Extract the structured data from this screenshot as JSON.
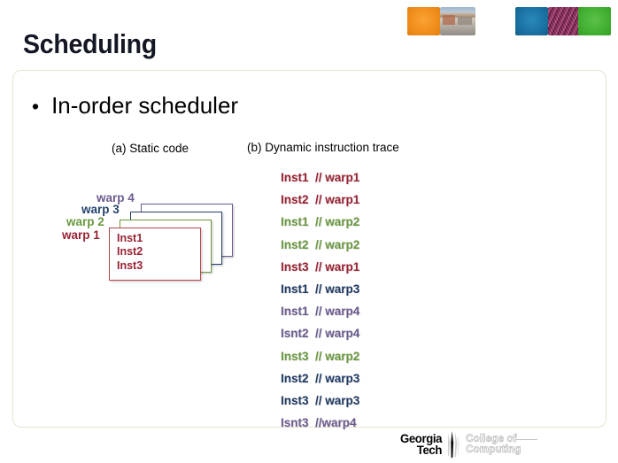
{
  "slide": {
    "title": "Scheduling",
    "bullet": {
      "marker": "bullet-dot",
      "text": "In-order scheduler"
    },
    "captions": {
      "static_code": "(a) Static code",
      "dynamic_trace": "(b) Dynamic instruction trace"
    }
  },
  "decoration": {
    "tiles": [
      {
        "name": "orange-swatch",
        "color": "#f08d1b"
      },
      {
        "name": "campus-photo",
        "color": "#b9b2a8"
      },
      {
        "name": "blue-swatch",
        "color": "#1b73a4"
      },
      {
        "name": "circuit-photo",
        "color": "#93306a"
      },
      {
        "name": "green-swatch",
        "color": "#43b033"
      }
    ]
  },
  "static_code": {
    "warp_labels": [
      {
        "label": "warp 4",
        "color": "#6b5b8e"
      },
      {
        "label": "warp 3",
        "color": "#24426b"
      },
      {
        "label": "warp 2",
        "color": "#6a9940"
      },
      {
        "label": "warp 1",
        "color": "#992233"
      }
    ],
    "front_box_instructions": [
      "Inst1",
      "Inst2",
      "Inst3"
    ],
    "box_border_colors": {
      "warp4": "#6b5b8e",
      "warp3": "#24426b",
      "warp2": "#6a9940",
      "warp1": "#b5474b"
    }
  },
  "dynamic_trace": {
    "lines": [
      {
        "text": "Inst1  // warp1",
        "warp": "warp1",
        "color": "#992233",
        "class": "c-red"
      },
      {
        "text": "Inst2  // warp1",
        "warp": "warp1",
        "color": "#992233",
        "class": "c-red"
      },
      {
        "text": "Inst1  // warp2",
        "warp": "warp2",
        "color": "#6a9940",
        "class": "c-green"
      },
      {
        "text": "Inst2  // warp2",
        "warp": "warp2",
        "color": "#6a9940",
        "class": "c-green"
      },
      {
        "text": "Inst3  // warp1",
        "warp": "warp1",
        "color": "#992233",
        "class": "c-red"
      },
      {
        "text": "Inst1  // warp3",
        "warp": "warp3",
        "color": "#1f3a63",
        "class": "c-navy"
      },
      {
        "text": "Inst1  // warp4",
        "warp": "warp4",
        "color": "#6b5b8e",
        "class": "c-purple"
      },
      {
        "text": "Isnt2  // warp4",
        "warp": "warp4",
        "color": "#6b5b8e",
        "class": "c-purple"
      },
      {
        "text": "Inst3  // warp2",
        "warp": "warp2",
        "color": "#6a9940",
        "class": "c-green"
      },
      {
        "text": "Inst2  // warp3",
        "warp": "warp3",
        "color": "#1f3a63",
        "class": "c-navy"
      },
      {
        "text": "Inst3  // warp3",
        "warp": "warp3",
        "color": "#1f3a63",
        "class": "c-navy"
      },
      {
        "text": "Isnt3  //warp4",
        "warp": "warp4",
        "color": "#6b5b8e",
        "class": "c-purple"
      }
    ]
  },
  "footer": {
    "institution_line1": "Georgia",
    "institution_line2": "Tech",
    "unit_line1": "College of",
    "unit_line2": "Computing"
  }
}
